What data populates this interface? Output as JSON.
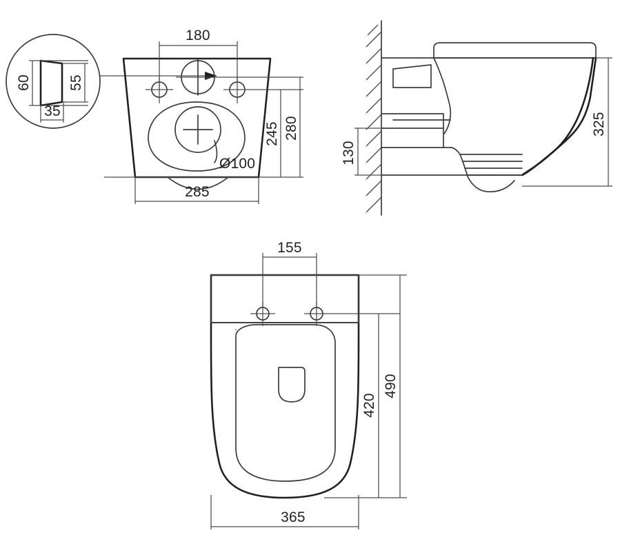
{
  "drawing": {
    "title": "Wall-hung toilet pan technical drawing",
    "units": "mm",
    "line_color": "#231f20",
    "dim_color": "#4a4a4c"
  },
  "views": {
    "detail": {
      "name": "detail-circle-outlet-section",
      "dimensions": {
        "left_height": "60",
        "right_height": "55",
        "bottom_width": "35"
      }
    },
    "front": {
      "name": "front-view-rear-face",
      "dimensions": {
        "bolt_spacing": "180",
        "bottom_width": "285",
        "outlet_to_bottom": "280",
        "bolt_to_bottom": "245",
        "outlet_diameter": "Ø100"
      }
    },
    "side": {
      "name": "side-view-section",
      "dimensions": {
        "total_height": "325",
        "bracket_height": "130"
      }
    },
    "plan": {
      "name": "plan-view-top",
      "dimensions": {
        "bolt_spacing": "155",
        "overall_width": "365",
        "seat_length": "420",
        "overall_length": "490"
      }
    }
  }
}
